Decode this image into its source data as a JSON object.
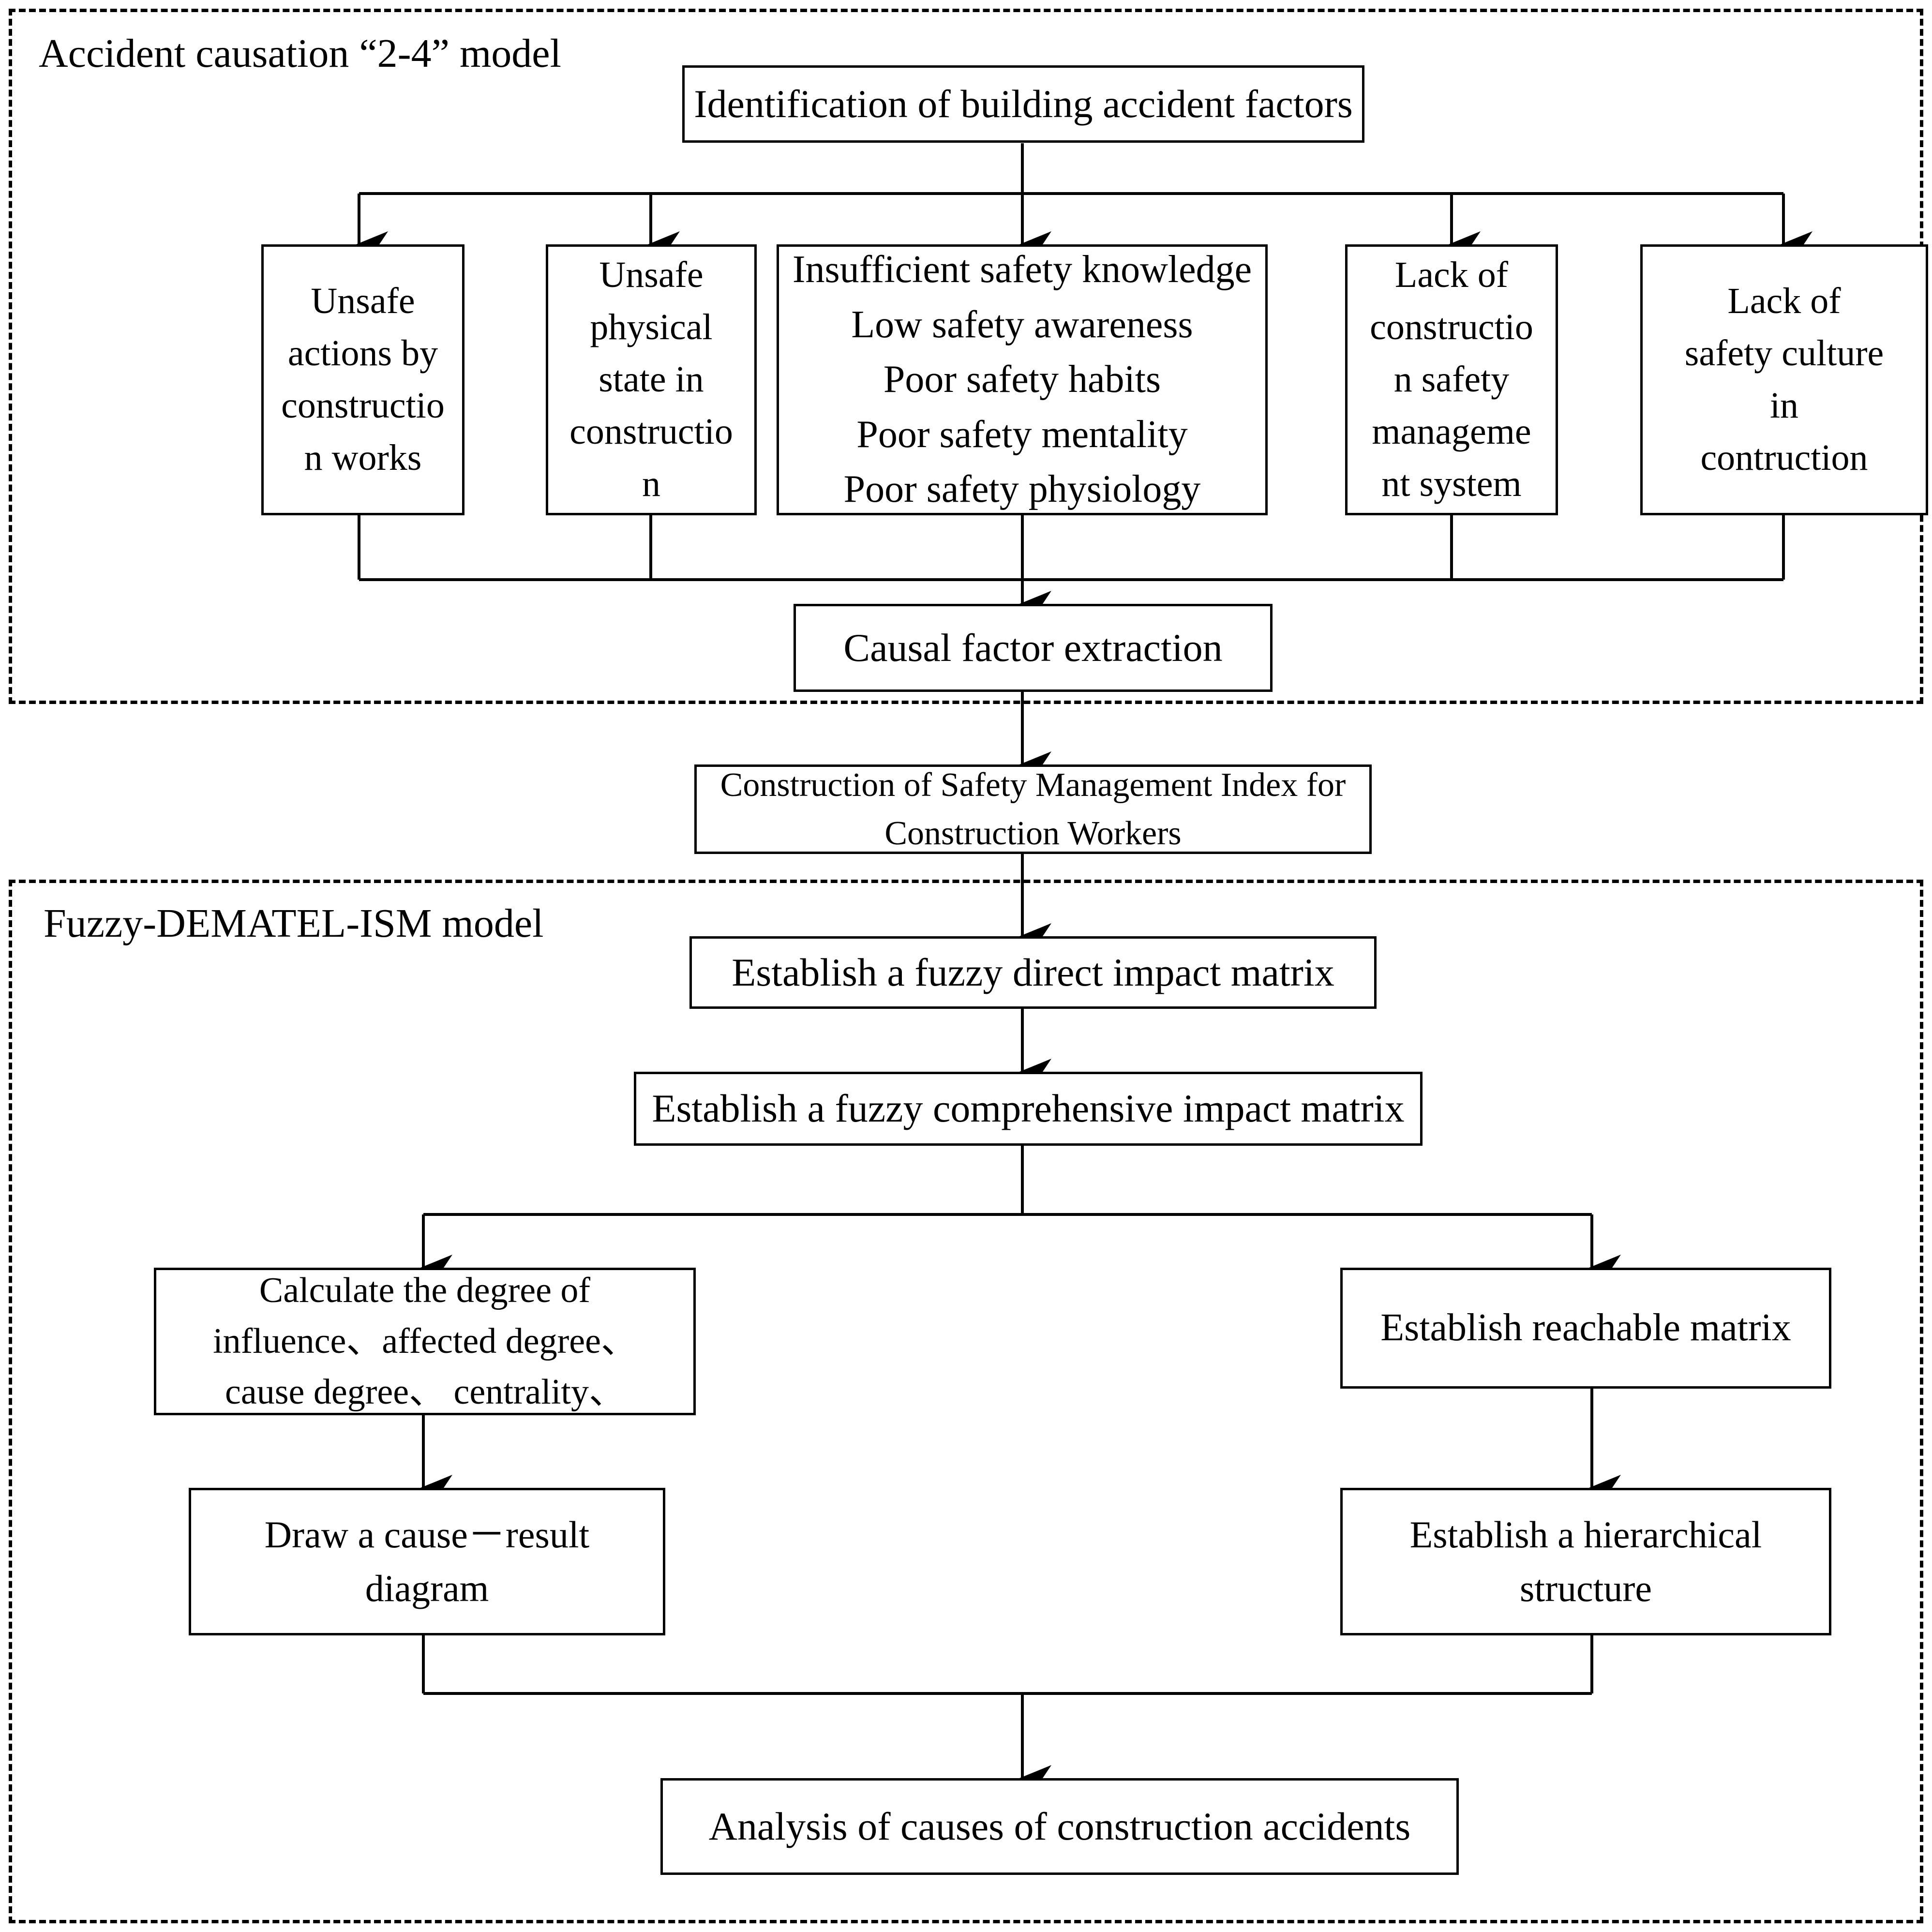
{
  "diagram": {
    "title": "Research framework flowchart",
    "line_color": "#000000",
    "background": "#ffffff"
  },
  "sections": [
    {
      "id": "accident-causation",
      "label": "Accident causation “2-4” model"
    },
    {
      "id": "fuzzy-dematel-ism",
      "label": "Fuzzy-DEMATEL-ISM model"
    }
  ],
  "nodes": {
    "identification": "Identification of building accident factors",
    "unsafe_actions": "Unsafe\nactions by\nconstructio\nn works",
    "unsafe_physical": "Unsafe\nphysical\nstate in\nconstructio\nn",
    "insufficient_knowledge": "Insufficient safety knowledge\nLow safety awareness\nPoor safety habits\nPoor safety mentality\nPoor safety physiology",
    "lack_management": "Lack of\nconstructio\nn safety\nmanageme\nnt system",
    "lack_culture": "Lack of\nsafety culture\nin\ncontruction",
    "causal_extraction": "Causal factor extraction",
    "safety_index": "Construction of Safety Management Index for\nConstruction Workers",
    "direct_matrix": "Establish a fuzzy direct impact matrix",
    "comprehensive_matrix": "Establish a fuzzy comprehensive impact matrix",
    "calculate_degree": "Calculate the degree of\ninfluence、affected degree、\ncause degree、 centrality、",
    "cause_result": "Draw a cause－result\ndiagram",
    "reachable_matrix": "Establish reachable matrix",
    "hierarchical_structure": "Establish a hierarchical\nstructure",
    "analysis": "Analysis of causes of construction accidents"
  }
}
